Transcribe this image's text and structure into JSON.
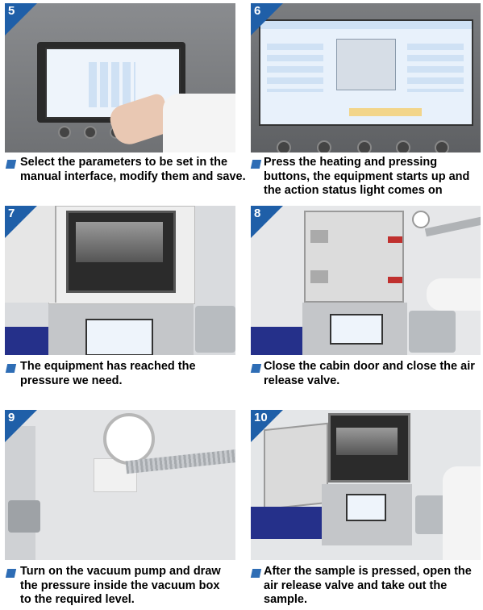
{
  "steps": [
    {
      "number": "5",
      "caption": "Select the parameters to be set in the manual interface, modify them and save."
    },
    {
      "number": "6",
      "caption": "Press the heating and pressing buttons, the equipment starts up and the action status light comes on"
    },
    {
      "number": "7",
      "caption": "The equipment has reached the pressure we need."
    },
    {
      "number": "8",
      "caption": "Close the cabin door and close the air release valve."
    },
    {
      "number": "9",
      "caption": "Turn on the vacuum pump and draw the pressure inside the vacuum box to the required level."
    },
    {
      "number": "10",
      "caption": "After the sample is pressed, open the air release valve and take out the sample."
    }
  ],
  "colors": {
    "badge": "#1f5fa8",
    "bullet": "#2e6db5",
    "caption_text": "#000000"
  }
}
